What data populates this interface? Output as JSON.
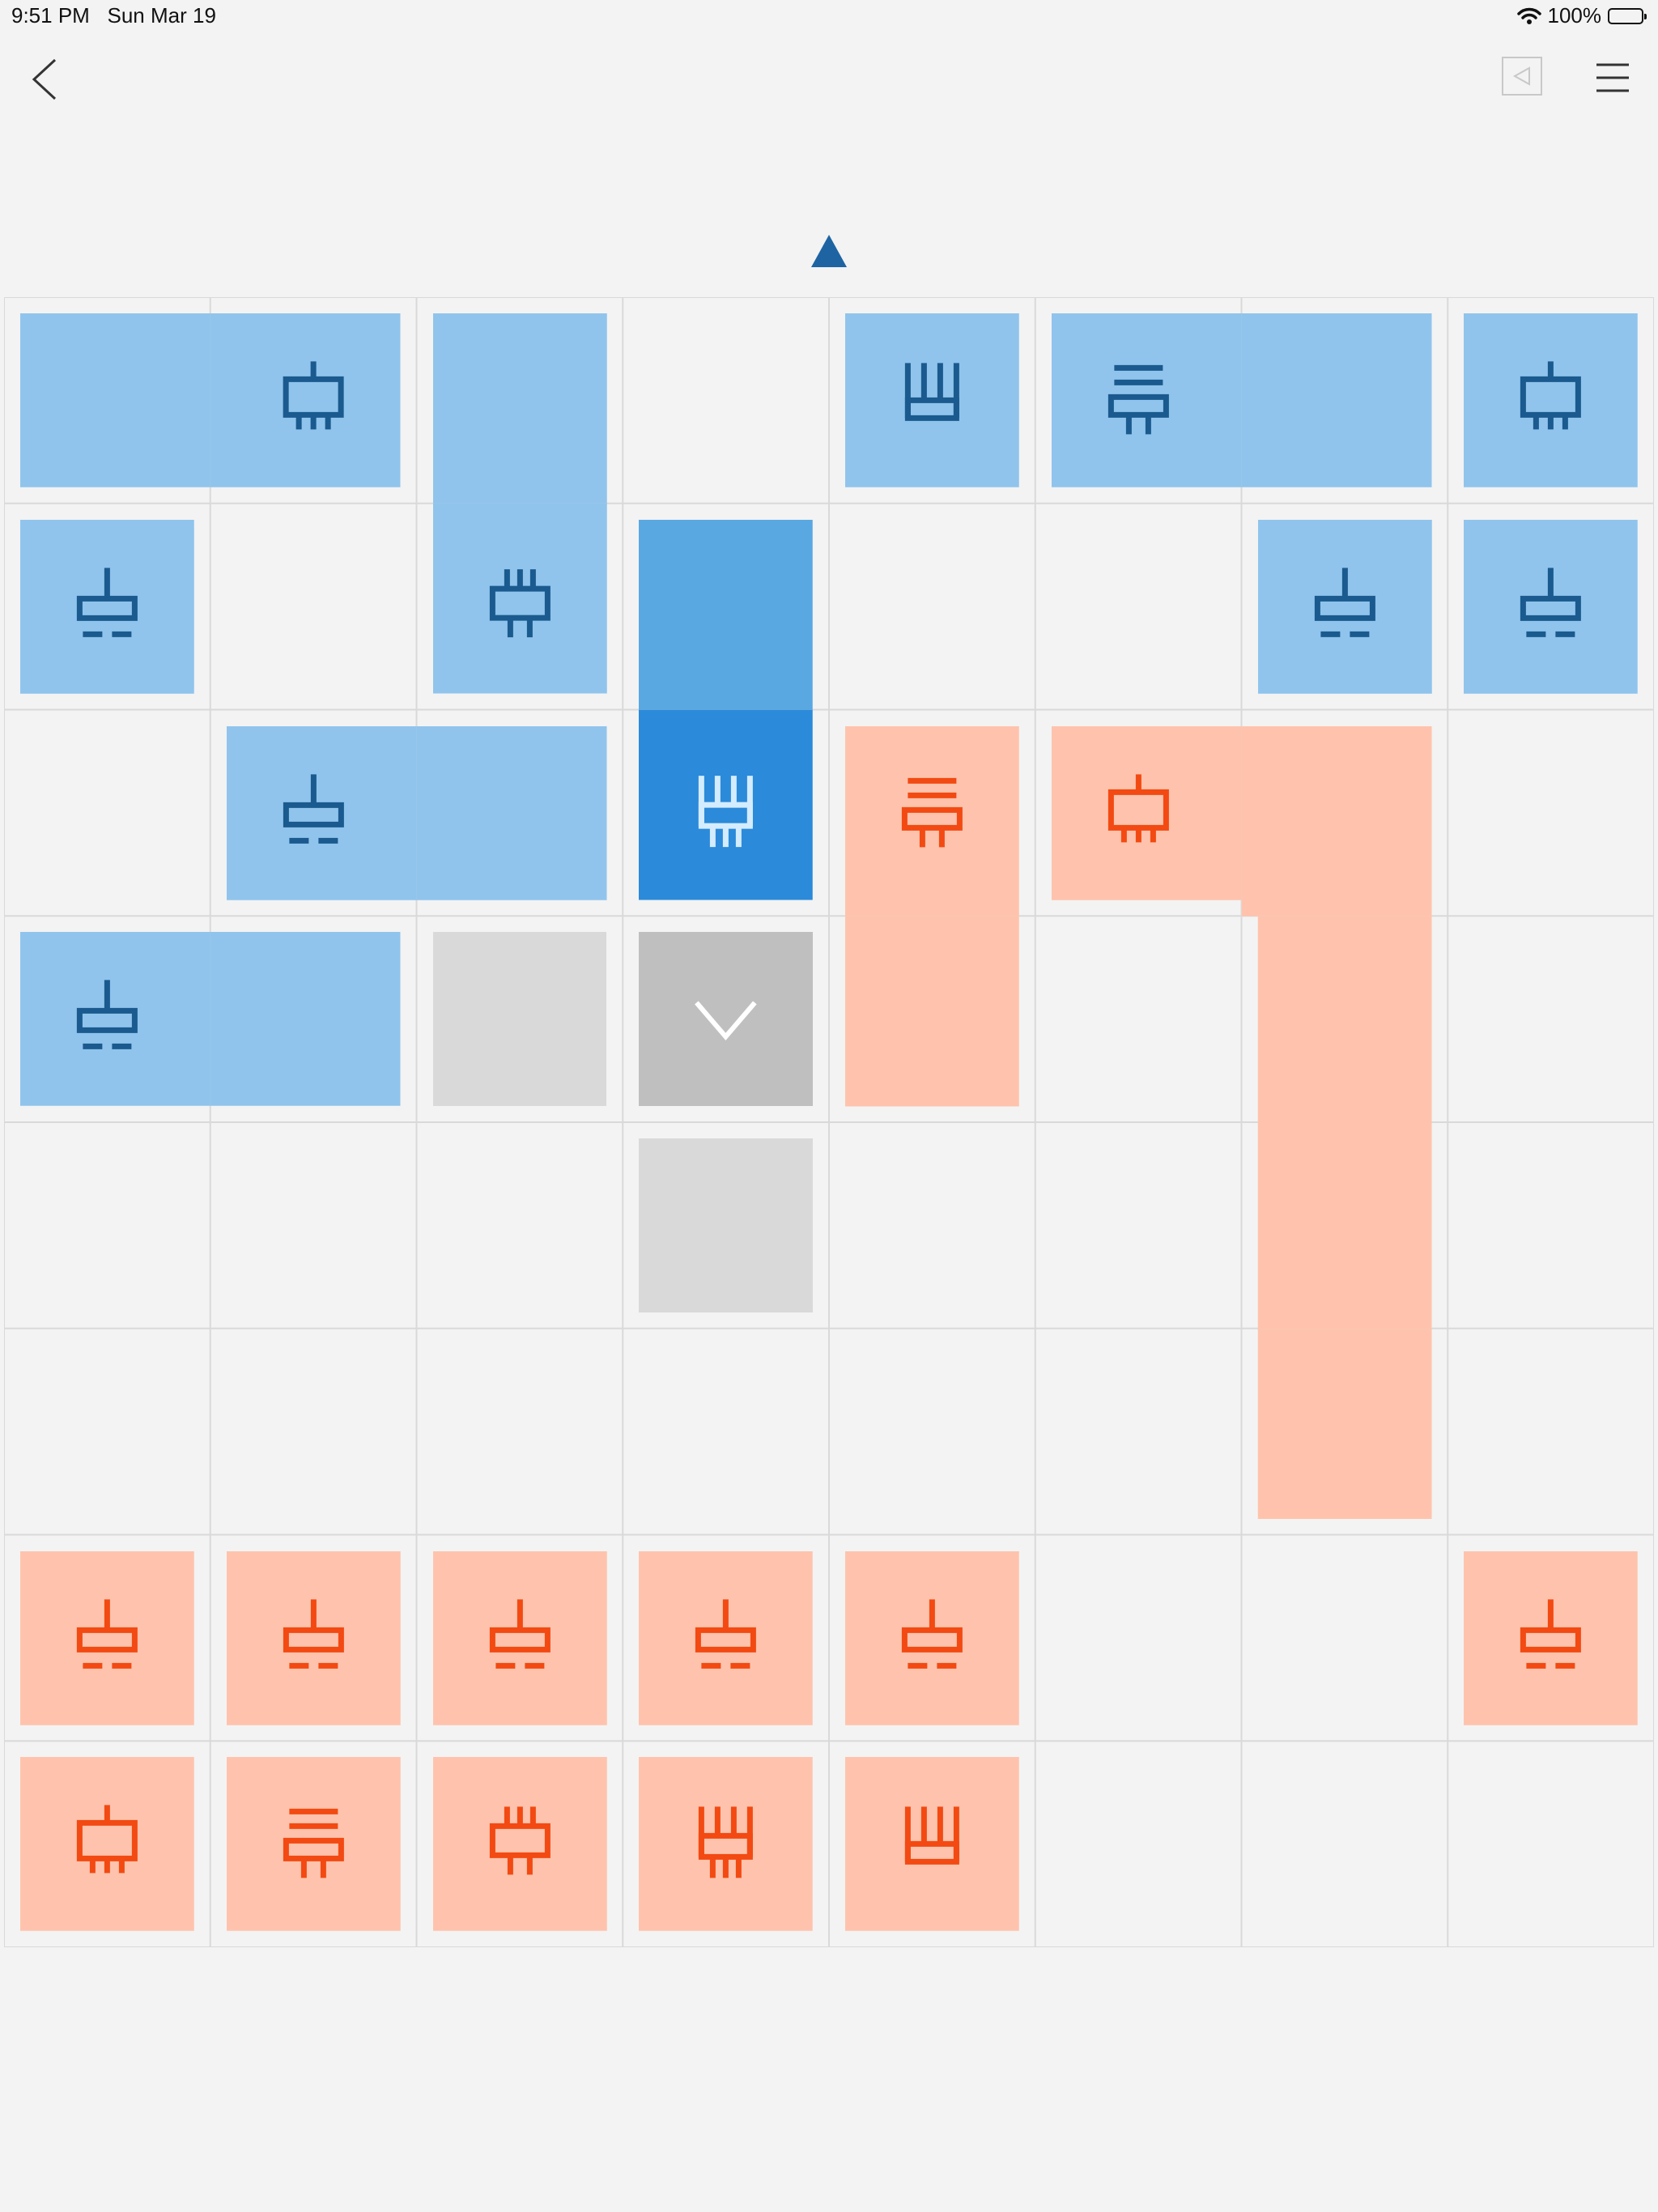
{
  "status_bar": {
    "time": "9:51 PM",
    "date": "Sun Mar 19",
    "battery_percent": "100%",
    "battery_level": 1.0
  },
  "toolbar": {
    "back_icon": "chevron-left-icon",
    "hint_icon": "triangle-left-icon",
    "menu_icon": "hamburger-menu-icon"
  },
  "board": {
    "columns": 8,
    "rows": 8,
    "exit": {
      "side": "top",
      "column": 4,
      "icon": "triangle-up-icon"
    },
    "colors": {
      "blue_light": "#90c4ec",
      "blue_mid": "#5aa8e2",
      "blue_dark": "#2b8ad9",
      "orange_light": "#ffc3ad",
      "gray_light": "#d9d9d9",
      "gray_mid": "#bfbfbf",
      "icon_blue": "#1a5a8e",
      "icon_orange": "#f24a12",
      "icon_white": "#d4ecff",
      "grid": "#d9d9d9",
      "background": "#f3f3f3"
    },
    "pieces": [
      {
        "id": "b1",
        "team": "blue",
        "shape": [
          [
            0,
            0
          ],
          [
            1,
            0
          ]
        ],
        "icon": "plug-icon",
        "icon_cell": [
          1,
          0
        ]
      },
      {
        "id": "b2",
        "team": "blue",
        "shape": [
          [
            2,
            0
          ],
          [
            2,
            1
          ]
        ],
        "icon": "triple-plug-icon",
        "icon_cell": [
          2,
          1
        ]
      },
      {
        "id": "b3",
        "team": "blue",
        "shape": [
          [
            4,
            0
          ]
        ],
        "icon": "comb-icon",
        "icon_cell": [
          4,
          0
        ]
      },
      {
        "id": "b4",
        "team": "blue",
        "shape": [
          [
            5,
            0
          ],
          [
            6,
            0
          ]
        ],
        "icon": "stack-plug-icon",
        "icon_cell": [
          5,
          0
        ]
      },
      {
        "id": "b5",
        "team": "blue",
        "shape": [
          [
            7,
            0
          ]
        ],
        "icon": "plug-icon",
        "icon_cell": [
          7,
          0
        ]
      },
      {
        "id": "b6",
        "team": "blue",
        "shape": [
          [
            0,
            1
          ]
        ],
        "icon": "capacitor-icon",
        "icon_cell": [
          0,
          1
        ]
      },
      {
        "id": "b7",
        "team": "blue",
        "shape": [
          [
            6,
            1
          ]
        ],
        "icon": "capacitor-icon",
        "icon_cell": [
          6,
          1
        ]
      },
      {
        "id": "b8",
        "team": "blue",
        "shape": [
          [
            7,
            1
          ]
        ],
        "icon": "capacitor-icon",
        "icon_cell": [
          7,
          1
        ]
      },
      {
        "id": "b9",
        "team": "blue",
        "shape": [
          [
            1,
            2
          ],
          [
            2,
            2
          ]
        ],
        "icon": "capacitor-icon",
        "icon_cell": [
          1,
          2
        ]
      },
      {
        "id": "b10",
        "team": "blue",
        "shape": [
          [
            0,
            3
          ],
          [
            1,
            3
          ]
        ],
        "icon": "capacitor-icon",
        "icon_cell": [
          0,
          3
        ]
      },
      {
        "id": "b11",
        "team": "blue-selected",
        "shape": [
          [
            3,
            1
          ],
          [
            3,
            2
          ]
        ],
        "icon": "comb-plug-icon",
        "icon_cell": [
          3,
          2
        ]
      },
      {
        "id": "o1",
        "team": "orange",
        "shape": [
          [
            4,
            2
          ],
          [
            4,
            3
          ]
        ],
        "icon": "stack-plug-icon",
        "icon_cell": [
          4,
          2
        ]
      },
      {
        "id": "o2",
        "team": "orange",
        "shape": [
          [
            5,
            2
          ],
          [
            6,
            2
          ],
          [
            6,
            3
          ],
          [
            6,
            4
          ],
          [
            6,
            5
          ]
        ],
        "icon": "plug-icon",
        "icon_cell": [
          5,
          2
        ]
      },
      {
        "id": "o3",
        "team": "orange",
        "shape": [
          [
            0,
            6
          ]
        ],
        "icon": "capacitor-icon",
        "icon_cell": [
          0,
          6
        ]
      },
      {
        "id": "o4",
        "team": "orange",
        "shape": [
          [
            1,
            6
          ]
        ],
        "icon": "capacitor-icon",
        "icon_cell": [
          1,
          6
        ]
      },
      {
        "id": "o5",
        "team": "orange",
        "shape": [
          [
            2,
            6
          ]
        ],
        "icon": "capacitor-icon",
        "icon_cell": [
          2,
          6
        ]
      },
      {
        "id": "o6",
        "team": "orange",
        "shape": [
          [
            3,
            6
          ]
        ],
        "icon": "capacitor-icon",
        "icon_cell": [
          3,
          6
        ]
      },
      {
        "id": "o7",
        "team": "orange",
        "shape": [
          [
            4,
            6
          ]
        ],
        "icon": "capacitor-icon",
        "icon_cell": [
          4,
          6
        ]
      },
      {
        "id": "o8",
        "team": "orange",
        "shape": [
          [
            7,
            6
          ]
        ],
        "icon": "capacitor-icon",
        "icon_cell": [
          7,
          6
        ]
      },
      {
        "id": "o9",
        "team": "orange",
        "shape": [
          [
            0,
            7
          ]
        ],
        "icon": "plug-icon",
        "icon_cell": [
          0,
          7
        ]
      },
      {
        "id": "o10",
        "team": "orange",
        "shape": [
          [
            1,
            7
          ]
        ],
        "icon": "stack-plug-icon",
        "icon_cell": [
          1,
          7
        ]
      },
      {
        "id": "o11",
        "team": "orange",
        "shape": [
          [
            2,
            7
          ]
        ],
        "icon": "triple-plug-icon",
        "icon_cell": [
          2,
          7
        ]
      },
      {
        "id": "o12",
        "team": "orange",
        "shape": [
          [
            3,
            7
          ]
        ],
        "icon": "comb-plug-icon",
        "icon_cell": [
          3,
          7
        ]
      },
      {
        "id": "o13",
        "team": "orange",
        "shape": [
          [
            4,
            7
          ]
        ],
        "icon": "comb-icon",
        "icon_cell": [
          4,
          7
        ]
      }
    ],
    "move_targets": [
      {
        "cell": [
          2,
          3
        ],
        "style": "light"
      },
      {
        "cell": [
          3,
          3
        ],
        "style": "mid",
        "icon": "chevron-down-icon"
      },
      {
        "cell": [
          3,
          4
        ],
        "style": "light"
      }
    ]
  }
}
